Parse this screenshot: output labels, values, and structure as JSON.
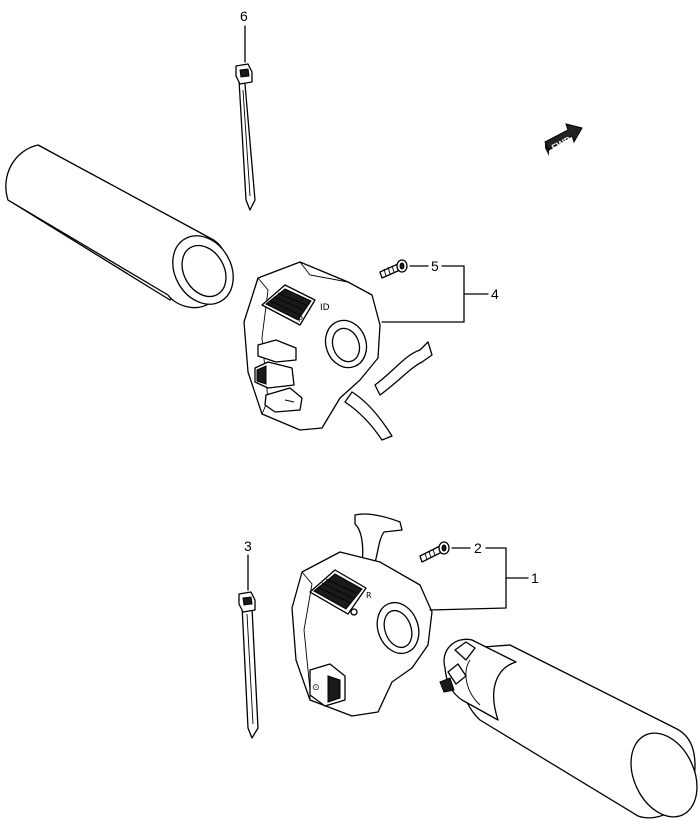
{
  "callouts": [
    {
      "id": "1",
      "text": "1"
    },
    {
      "id": "2",
      "text": "2"
    },
    {
      "id": "3",
      "text": "3"
    },
    {
      "id": "4",
      "text": "4"
    },
    {
      "id": "5",
      "text": "5"
    },
    {
      "id": "6",
      "text": "6"
    }
  ],
  "direction_badge": "FWD"
}
